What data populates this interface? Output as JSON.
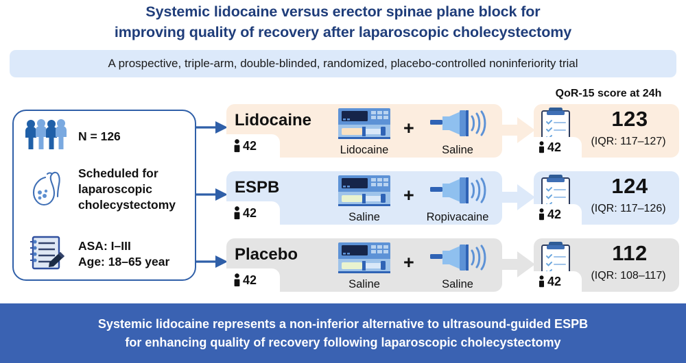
{
  "title": {
    "line1": "Systemic lidocaine versus erector spinae plane block for",
    "line2": "improving quality of recovery after laparoscopic cholecystectomy",
    "color": "#1f3d7a"
  },
  "subtitle": {
    "text": "A prospective, triple-arm, double-blinded, randomized, placebo-controlled noninferiority trial",
    "background": "#dce9fa"
  },
  "population": {
    "items": [
      {
        "icon": "people-group-icon",
        "text": "N = 126"
      },
      {
        "icon": "gallbladder-icon",
        "text": "Scheduled for laparoscopic cholecystectomy"
      },
      {
        "icon": "checklist-pencil-icon",
        "text": "ASA: I–III\nAge: 18–65 year"
      }
    ],
    "border_color": "#2f5fa8"
  },
  "arms": [
    {
      "name": "Lidocaine",
      "count": "42",
      "background": "#fceddf",
      "intervention_infusion": "Lidocaine",
      "intervention_block": "Saline",
      "plus": "+"
    },
    {
      "name": "ESPB",
      "count": "42",
      "background": "#dde9f9",
      "intervention_infusion": "Saline",
      "intervention_block": "Ropivacaine",
      "plus": "+"
    },
    {
      "name": "Placebo",
      "count": "42",
      "background": "#e4e4e4",
      "intervention_infusion": "Saline",
      "intervention_block": "Saline",
      "plus": "+"
    }
  ],
  "results": {
    "header": "QoR-15 score at 24h",
    "rows": [
      {
        "score": "123",
        "iqr": "(IQR: 117–127)",
        "count": "42",
        "background": "#fceddf"
      },
      {
        "score": "124",
        "iqr": "(IQR: 117–126)",
        "count": "42",
        "background": "#dde9f9"
      },
      {
        "score": "112",
        "iqr": "(IQR: 108–117)",
        "count": "42",
        "background": "#e4e4e4"
      }
    ]
  },
  "conclusion": {
    "line1": "Systemic lidocaine represents a non-inferior alternative to ultrasound-guided ESPB",
    "line2": "for enhancing quality of recovery following laparoscopic cholecystectomy",
    "background": "#3a62b2"
  }
}
